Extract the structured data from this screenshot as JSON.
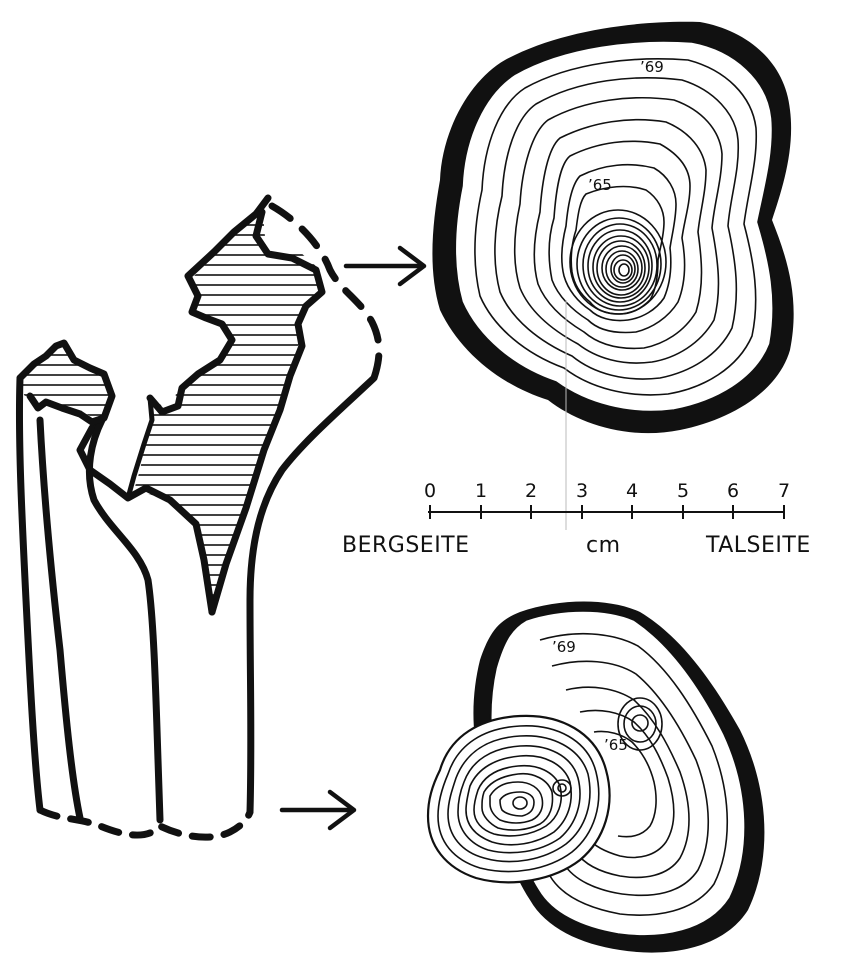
{
  "colors": {
    "ink": "#111111",
    "paper": "#ffffff"
  },
  "scale": {
    "ticks": [
      "0",
      "1",
      "2",
      "3",
      "4",
      "5",
      "6",
      "7"
    ],
    "unit": "cm",
    "left_label": "BERGSEITE",
    "right_label": "TALSEITE"
  },
  "upper_section": {
    "label_outer": "’69",
    "label_inner": "’65"
  },
  "lower_section": {
    "label_outer": "’69",
    "label_inner": "’65"
  },
  "icons": {
    "upper_arrow": "arrow-right-icon",
    "lower_arrow": "arrow-right-icon"
  }
}
